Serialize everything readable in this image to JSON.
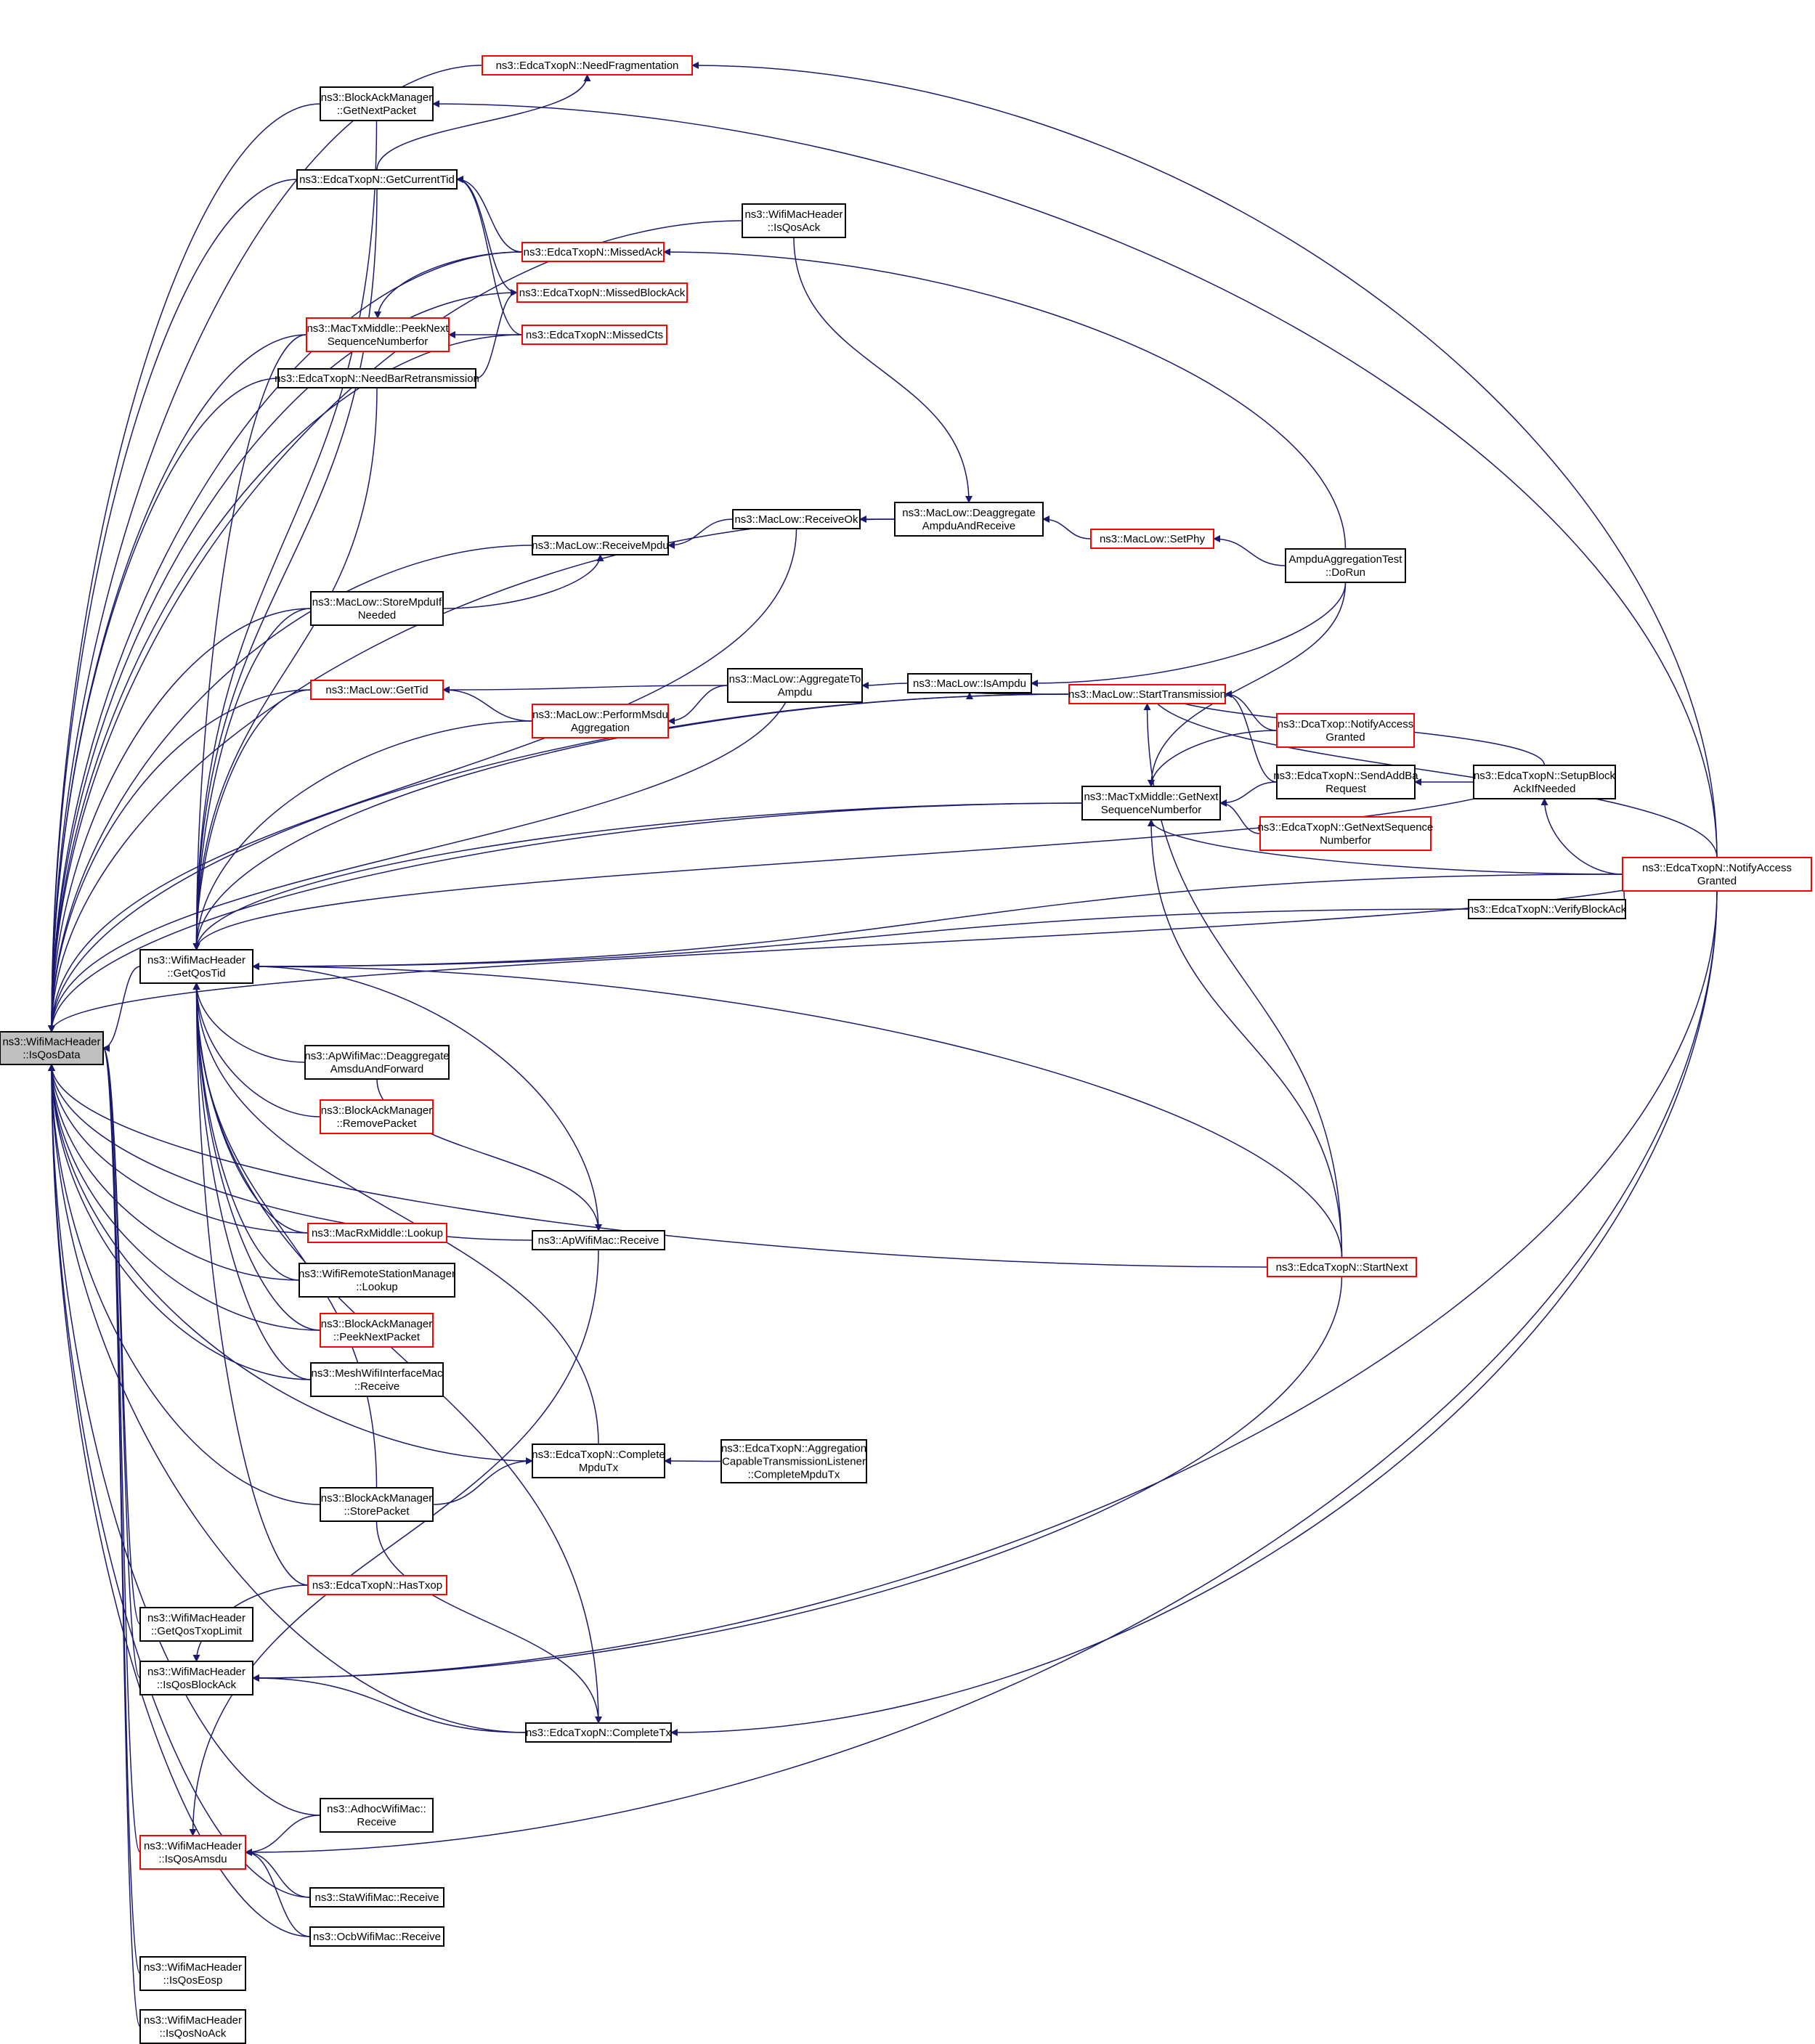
{
  "colors": {
    "edge": "#191970",
    "node_border_black": "#000000",
    "node_border_red": "#ff0000",
    "node_fill_highlight": "#bfbfbf",
    "node_fill": "#ffffff",
    "background": "#ffffff"
  },
  "nodes": [
    {
      "id": "isqosdata",
      "lines": [
        "ns3::WifiMacHeader",
        "::IsQosData"
      ],
      "border": "black",
      "highlight": true
    },
    {
      "id": "getqostid",
      "lines": [
        "ns3::WifiMacHeader",
        "::GetQosTid"
      ],
      "border": "black"
    },
    {
      "id": "getqostxoplimit",
      "lines": [
        "ns3::WifiMacHeader",
        "::GetQosTxopLimit"
      ],
      "border": "black"
    },
    {
      "id": "isqosblockack",
      "lines": [
        "ns3::WifiMacHeader",
        "::IsQosBlockAck"
      ],
      "border": "black"
    },
    {
      "id": "isqosamsdu",
      "lines": [
        "ns3::WifiMacHeader",
        "::IsQosAmsdu"
      ],
      "border": "red"
    },
    {
      "id": "isqoseosp",
      "lines": [
        "ns3::WifiMacHeader",
        "::IsQosEosp"
      ],
      "border": "black"
    },
    {
      "id": "isqosnoack",
      "lines": [
        "ns3::WifiMacHeader",
        "::IsQosNoAck"
      ],
      "border": "black"
    },
    {
      "id": "bam_getnext",
      "lines": [
        "ns3::BlockAckManager",
        "::GetNextPacket"
      ],
      "border": "black"
    },
    {
      "id": "getcurrenttid",
      "lines": [
        "ns3::EdcaTxopN::GetCurrentTid"
      ],
      "border": "black"
    },
    {
      "id": "peeknextseq",
      "lines": [
        "ns3::MacTxMiddle::PeekNext",
        "SequenceNumberfor"
      ],
      "border": "red"
    },
    {
      "id": "needbarretrans",
      "lines": [
        "ns3::EdcaTxopN::NeedBarRetransmission"
      ],
      "border": "black"
    },
    {
      "id": "storempdu",
      "lines": [
        "ns3::MacLow::StoreMpduIf",
        "Needed"
      ],
      "border": "black"
    },
    {
      "id": "maclow_gettid",
      "lines": [
        "ns3::MacLow::GetTid"
      ],
      "border": "red"
    },
    {
      "id": "apwifimac_deagg",
      "lines": [
        "ns3::ApWifiMac::Deaggregate",
        "AmsduAndForward"
      ],
      "border": "black"
    },
    {
      "id": "bam_removepacket",
      "lines": [
        "ns3::BlockAckManager",
        "::RemovePacket"
      ],
      "border": "red"
    },
    {
      "id": "macrx_lookup",
      "lines": [
        "ns3::MacRxMiddle::Lookup"
      ],
      "border": "red"
    },
    {
      "id": "wrsm_lookup",
      "lines": [
        "ns3::WifiRemoteStationManager",
        "::Lookup"
      ],
      "border": "black"
    },
    {
      "id": "bam_peeknext",
      "lines": [
        "ns3::BlockAckManager",
        "::PeekNextPacket"
      ],
      "border": "red"
    },
    {
      "id": "meshwifi_receive",
      "lines": [
        "ns3::MeshWifiInterfaceMac",
        "::Receive"
      ],
      "border": "black"
    },
    {
      "id": "bam_storepacket",
      "lines": [
        "ns3::BlockAckManager",
        "::StorePacket"
      ],
      "border": "black"
    },
    {
      "id": "hastxop",
      "lines": [
        "ns3::EdcaTxopN::HasTxop"
      ],
      "border": "red"
    },
    {
      "id": "adhoc_receive",
      "lines": [
        "ns3::AdhocWifiMac::",
        "Receive"
      ],
      "border": "black"
    },
    {
      "id": "sta_receive",
      "lines": [
        "ns3::StaWifiMac::Receive"
      ],
      "border": "black"
    },
    {
      "id": "ocb_receive",
      "lines": [
        "ns3::OcbWifiMac::Receive"
      ],
      "border": "black"
    },
    {
      "id": "needfrag",
      "lines": [
        "ns3::EdcaTxopN::NeedFragmentation"
      ],
      "border": "red"
    },
    {
      "id": "missedack",
      "lines": [
        "ns3::EdcaTxopN::MissedAck"
      ],
      "border": "red"
    },
    {
      "id": "missedblockack",
      "lines": [
        "ns3::EdcaTxopN::MissedBlockAck"
      ],
      "border": "red"
    },
    {
      "id": "missedcts",
      "lines": [
        "ns3::EdcaTxopN::MissedCts"
      ],
      "border": "red"
    },
    {
      "id": "receivempdu",
      "lines": [
        "ns3::MacLow::ReceiveMpdu"
      ],
      "border": "black"
    },
    {
      "id": "performmsdu",
      "lines": [
        "ns3::MacLow::PerformMsdu",
        "Aggregation"
      ],
      "border": "red"
    },
    {
      "id": "apwifimac_receive",
      "lines": [
        "ns3::ApWifiMac::Receive"
      ],
      "border": "black"
    },
    {
      "id": "completempdutx",
      "lines": [
        "ns3::EdcaTxopN::Complete",
        "MpduTx"
      ],
      "border": "black"
    },
    {
      "id": "completetx",
      "lines": [
        "ns3::EdcaTxopN::CompleteTx"
      ],
      "border": "black"
    },
    {
      "id": "isqosack",
      "lines": [
        "ns3::WifiMacHeader",
        "::IsQosAck"
      ],
      "border": "black"
    },
    {
      "id": "receiveok",
      "lines": [
        "ns3::MacLow::ReceiveOk"
      ],
      "border": "black"
    },
    {
      "id": "aggregateto",
      "lines": [
        "ns3::MacLow::AggregateTo",
        "Ampdu"
      ],
      "border": "black"
    },
    {
      "id": "aggcaplistener",
      "lines": [
        "ns3::EdcaTxopN::Aggregation",
        "CapableTransmissionListener",
        "::CompleteMpduTx"
      ],
      "border": "black"
    },
    {
      "id": "deaggampdu",
      "lines": [
        "ns3::MacLow::Deaggregate",
        "AmpduAndReceive"
      ],
      "border": "black"
    },
    {
      "id": "isampdu",
      "lines": [
        "ns3::MacLow::IsAmpdu"
      ],
      "border": "black"
    },
    {
      "id": "setphy",
      "lines": [
        "ns3::MacLow::SetPhy"
      ],
      "border": "red"
    },
    {
      "id": "starttransmission",
      "lines": [
        "ns3::MacLow::StartTransmission"
      ],
      "border": "red"
    },
    {
      "id": "getnextseq",
      "lines": [
        "ns3::MacTxMiddle::GetNext",
        "SequenceNumberfor"
      ],
      "border": "black"
    },
    {
      "id": "ampdutest_dorun",
      "lines": [
        "AmpduAggregationTest",
        "::DoRun"
      ],
      "border": "black"
    },
    {
      "id": "dcatxop_notify",
      "lines": [
        "ns3::DcaTxop::NotifyAccess",
        "Granted"
      ],
      "border": "red"
    },
    {
      "id": "sendaddba",
      "lines": [
        "ns3::EdcaTxopN::SendAddBa",
        "Request"
      ],
      "border": "black"
    },
    {
      "id": "getnextseq_edca",
      "lines": [
        "ns3::EdcaTxopN::GetNextSequence",
        "Numberfor"
      ],
      "border": "red"
    },
    {
      "id": "startnext",
      "lines": [
        "ns3::EdcaTxopN::StartNext"
      ],
      "border": "red"
    },
    {
      "id": "setupblockack",
      "lines": [
        "ns3::EdcaTxopN::SetupBlock",
        "AckIfNeeded"
      ],
      "border": "black"
    },
    {
      "id": "verifyblockack",
      "lines": [
        "ns3::EdcaTxopN::VerifyBlockAck"
      ],
      "border": "black"
    },
    {
      "id": "edca_notify",
      "lines": [
        "ns3::EdcaTxopN::NotifyAccess",
        "Granted"
      ],
      "border": "red"
    }
  ]
}
